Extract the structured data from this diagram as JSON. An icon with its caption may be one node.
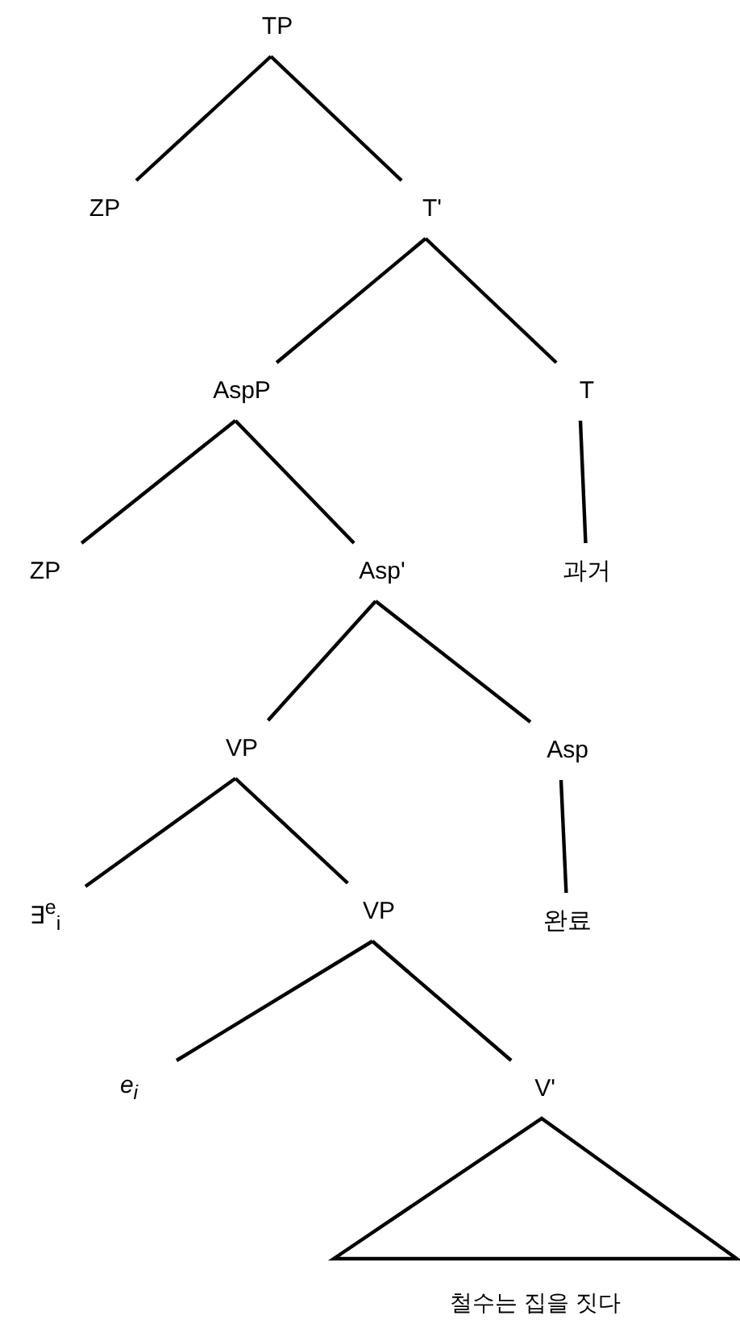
{
  "diagram": {
    "nodes": [
      {
        "text": [
          "TP"
        ]
      },
      {
        "text": [
          "ZP"
        ]
      },
      {
        "text": [
          "T'"
        ]
      },
      {
        "text": [
          "AspP"
        ]
      },
      {
        "text": [
          "T"
        ]
      },
      {
        "text": [
          "ZP"
        ]
      },
      {
        "text": [
          "Asp'"
        ]
      },
      {
        "text": [
          "과거"
        ]
      },
      {
        "text": [
          "VP"
        ]
      },
      {
        "text": [
          "Asp"
        ]
      },
      {
        "text": [
          "∃$^{e}$$_{i}$"
        ]
      },
      {
        "text": [
          "VP"
        ]
      },
      {
        "text": [
          "완료"
        ]
      },
      {
        "text": [
          "*e*$_{i}$"
        ]
      },
      {
        "text": [
          "V'"
        ]
      },
      {
        "text": [
          "철수는 집을 짓다"
        ]
      }
    ],
    "edges": [
      {
        "from": 0,
        "to": 1,
        "arrow": "none"
      },
      {
        "from": 0,
        "to": 2,
        "arrow": "none"
      },
      {
        "from": 2,
        "to": 3,
        "arrow": "none"
      },
      {
        "from": 2,
        "to": 4,
        "arrow": "none"
      },
      {
        "from": 3,
        "to": 5,
        "arrow": "none"
      },
      {
        "from": 3,
        "to": 6,
        "arrow": "none"
      },
      {
        "from": 4,
        "to": 7,
        "arrow": "none"
      },
      {
        "from": 6,
        "to": 8,
        "arrow": "none"
      },
      {
        "from": 6,
        "to": 9,
        "arrow": "none"
      },
      {
        "from": 8,
        "to": 10,
        "arrow": "none"
      },
      {
        "from": 8,
        "to": 11,
        "arrow": "none"
      },
      {
        "from": 9,
        "to": 12,
        "arrow": "none"
      },
      {
        "from": 11,
        "to": 13,
        "arrow": "none"
      },
      {
        "from": 11,
        "to": 14,
        "arrow": "none"
      }
    ]
  }
}
